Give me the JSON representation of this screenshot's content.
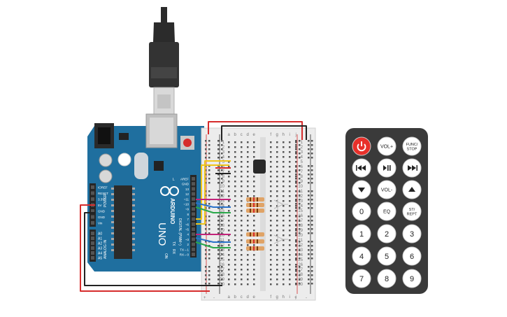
{
  "arduino": {
    "logo_text": "ARDUINO",
    "model": "UNO",
    "power_header_pins": [
      "IOREF",
      "RESET",
      "3.3V",
      "5V",
      "GND",
      "GND",
      "Vin"
    ],
    "analog_header_pins": [
      "A0",
      "A1",
      "A2",
      "A3",
      "A4",
      "A5"
    ],
    "analog_label": "ANALOG IN",
    "power_label": "POWER",
    "digital_label": "DIGITAL (PWM~)",
    "digital_header_pins": [
      "AREF",
      "GND",
      "13",
      "12",
      "~11",
      "~10",
      "~9",
      "8",
      "7",
      "~6",
      "~5",
      "4",
      "~3",
      "2",
      "TX→1",
      "RX←0"
    ],
    "tx_label": "TX",
    "rx_label": "RX",
    "l_label": "L",
    "on_label": "ON"
  },
  "breadboard": {
    "column_letters_left": [
      "a",
      "b",
      "c",
      "d",
      "e"
    ],
    "column_letters_right": [
      "f",
      "g",
      "h",
      "i",
      "j"
    ],
    "rail_plus": "+",
    "rail_minus": "-",
    "row_count": 30
  },
  "remote": {
    "buttons": [
      {
        "id": "power",
        "label": "",
        "icon": "power-icon"
      },
      {
        "id": "vol-up",
        "label": "VOL+"
      },
      {
        "id": "func-stop",
        "label": "FUNC/STOP"
      },
      {
        "id": "prev",
        "label": "",
        "icon": "skip-back-icon"
      },
      {
        "id": "play-pause",
        "label": "",
        "icon": "play-pause-icon"
      },
      {
        "id": "next",
        "label": "",
        "icon": "skip-forward-icon"
      },
      {
        "id": "down",
        "label": "",
        "icon": "triangle-down-icon"
      },
      {
        "id": "vol-down",
        "label": "VOL-"
      },
      {
        "id": "up",
        "label": "",
        "icon": "triangle-up-icon"
      },
      {
        "id": "zero",
        "label": "0"
      },
      {
        "id": "eq",
        "label": "EQ"
      },
      {
        "id": "st-rept",
        "label": "ST/REPT"
      },
      {
        "id": "one",
        "label": "1"
      },
      {
        "id": "two",
        "label": "2"
      },
      {
        "id": "three",
        "label": "3"
      },
      {
        "id": "four",
        "label": "4"
      },
      {
        "id": "five",
        "label": "5"
      },
      {
        "id": "six",
        "label": "6"
      },
      {
        "id": "seven",
        "label": "7"
      },
      {
        "id": "eight",
        "label": "8"
      },
      {
        "id": "nine",
        "label": "9"
      }
    ]
  },
  "colors": {
    "board_blue": "#1f6f9f",
    "wire_red": "#d62c2c",
    "wire_black": "#222222",
    "wire_magenta": "#c2247a",
    "wire_blue": "#2a72c9",
    "wire_green": "#2aa84a",
    "wire_yellow": "#f0c419",
    "remote_body": "#3a3a3a",
    "power_red": "#e8302a"
  }
}
